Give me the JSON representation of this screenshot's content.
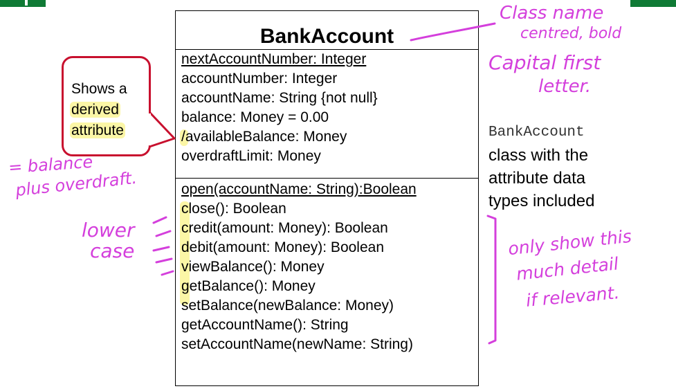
{
  "class_box": {
    "name": "BankAccount",
    "attributes": [
      {
        "text": "nextAccountNumber: Integer",
        "underline": true
      },
      {
        "text": "accountNumber: Integer"
      },
      {
        "text": "accountName: String {not null}"
      },
      {
        "text": "balance: Money = 0.00"
      },
      {
        "text": "/availableBalance: Money"
      },
      {
        "text": "overdraftLimit: Money"
      }
    ],
    "operations": [
      {
        "text": "open(accountName: String):Boolean",
        "underline": true
      },
      {
        "text": "close(): Boolean"
      },
      {
        "text": "credit(amount: Money): Boolean"
      },
      {
        "text": "debit(amount: Money): Boolean"
      },
      {
        "text": "viewBalance(): Money"
      },
      {
        "text": "getBalance(): Money"
      },
      {
        "text": "setBalance(newBalance: Money)"
      },
      {
        "text": "getAccountName(): String"
      },
      {
        "text": "setAccountName(newName: String)"
      }
    ]
  },
  "callout": {
    "line1": "Shows a",
    "line2": "derived",
    "line3": "attribute"
  },
  "side_note": {
    "code": "BankAccount",
    "line1": "class with the",
    "line2": "attribute data",
    "line3": "types included"
  },
  "annotations": {
    "class_name_1": "Class name",
    "class_name_2": "centred, bold",
    "class_name_3": "Capital first",
    "class_name_4": "letter.",
    "balance_1": "= balance",
    "balance_2": "plus overdraft.",
    "lower_1": "lower",
    "lower_2": "case",
    "detail_1": "only show this",
    "detail_2": "much detail",
    "detail_3": "if relevant."
  },
  "colors": {
    "ink": "#d43fdc",
    "highlight": "#fbf6a6",
    "callout_border": "#c8102e",
    "corner": "#0f7a35"
  }
}
